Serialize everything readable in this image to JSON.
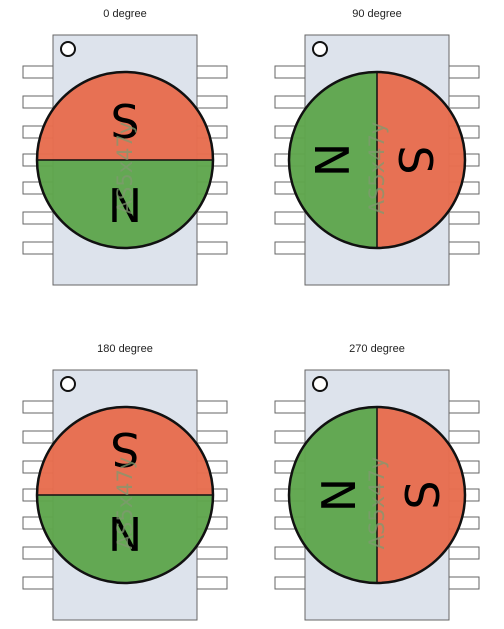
{
  "colors": {
    "north": "#5fa64d",
    "south": "#e76d4e",
    "chip_body": "#dde3ec",
    "chip_border": "#666666",
    "pin_fill": "#ffffff",
    "outline": "#111111",
    "text": "#000000",
    "chip_label": "#7f9a6f"
  },
  "chip_label": "AS5x47y",
  "panels": [
    {
      "caption": "0 degree",
      "rotation": 0,
      "first_pole": "S",
      "second_pole": "N"
    },
    {
      "caption": "90 degree",
      "rotation": 90,
      "first_pole": "N",
      "second_pole": "S"
    },
    {
      "caption": "180 degree",
      "rotation": 180,
      "first_pole": "N",
      "second_pole": "S"
    },
    {
      "caption": "270 degree",
      "rotation": 270,
      "first_pole": "S",
      "second_pole": "N"
    }
  ]
}
